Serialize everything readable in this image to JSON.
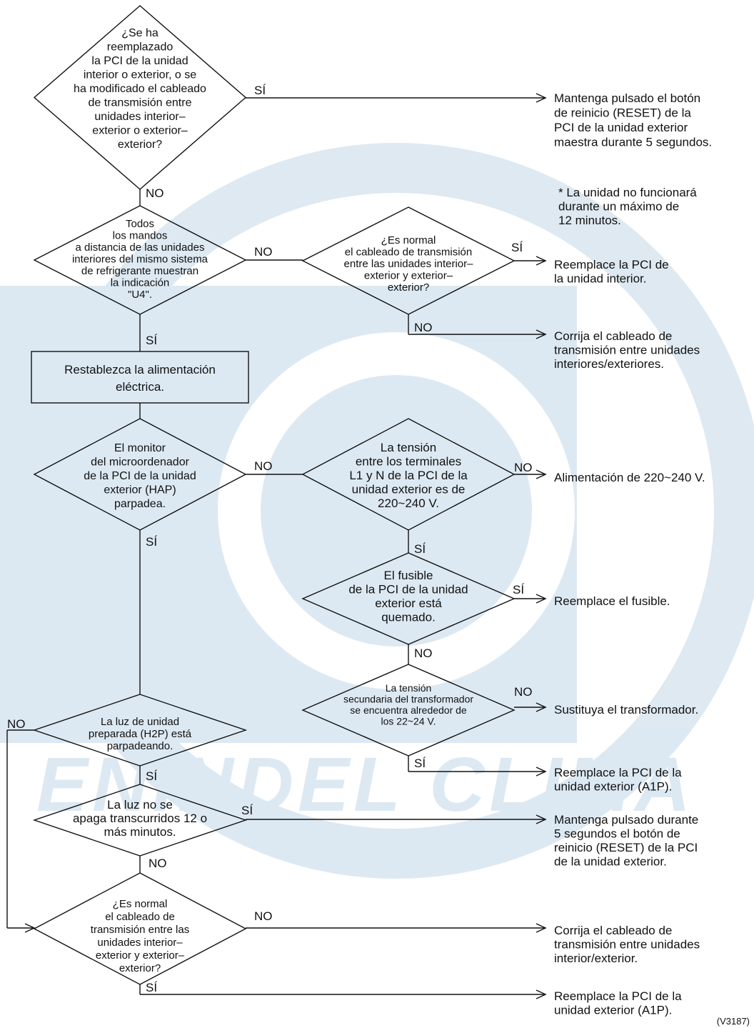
{
  "watermark": {
    "text": "ENINDEL CLIMA",
    "color": "#3a7fb4"
  },
  "figure_code": "(V3187)",
  "labels": {
    "yes": "SÍ",
    "no": "NO"
  },
  "decisions": {
    "d1": [
      "¿Se ha",
      "reemplazado",
      "la PCI de la unidad",
      "interior o exterior, o se",
      "ha modificado el cableado",
      "de transmisión entre",
      "unidades interior–",
      "exterior o exterior–",
      "exterior?"
    ],
    "d2": [
      "Todos",
      "los mandos",
      "a distancia de las unidades",
      "interiores del mismo sistema",
      "de refrigerante muestran",
      "la indicación",
      "\"U4\"."
    ],
    "d3": [
      "¿Es normal",
      "el cableado de transmisión",
      "entre las unidades interior–",
      "exterior y exterior–",
      "exterior?"
    ],
    "d4": [
      "El monitor",
      "del microordenador",
      "de la PCI de la unidad",
      "exterior (HAP)",
      "parpadea."
    ],
    "d5": [
      "La tensión",
      "entre los terminales",
      "L1 y N de la PCI de la",
      "unidad exterior es de",
      "220~240 V."
    ],
    "d6": [
      "El fusible",
      "de la PCI de la unidad",
      "exterior está",
      "quemado."
    ],
    "d7": [
      "La tensión",
      "secundaria del transformador",
      "se encuentra alrededor de",
      "los 22~24 V."
    ],
    "d8": [
      "La luz de unidad",
      "preparada (H2P) está",
      "parpadeando."
    ],
    "d9": [
      "La luz no se",
      "apaga transcurridos 12 o",
      "más minutos."
    ],
    "d10": [
      "¿Es normal",
      "el cableado de",
      "transmisión entre las",
      "unidades interior–",
      "exterior y exterior–",
      "exterior?"
    ]
  },
  "process_box": [
    "Restablezca la alimentación",
    "eléctrica."
  ],
  "actions": {
    "a1": [
      "Mantenga pulsado el botón",
      "de reinicio (RESET) de la",
      "PCI de la unidad exterior",
      "maestra durante 5 segundos."
    ],
    "a1_note": [
      "* La unidad no funcionará",
      "durante un máximo de",
      "12 minutos."
    ],
    "a2": [
      "Reemplace la PCI de",
      "la unidad interior."
    ],
    "a3": [
      "Corrija el cableado de",
      "transmisión entre unidades",
      "interiores/exteriores."
    ],
    "a4": [
      "Alimentación de 220~240 V."
    ],
    "a5": [
      "Reemplace el fusible."
    ],
    "a6": [
      "Sustituya el transformador."
    ],
    "a7": [
      "Reemplace la PCI de la",
      "unidad exterior (A1P)."
    ],
    "a8": [
      "Mantenga pulsado durante",
      "5 segundos el botón de",
      "reinicio (RESET) de la PCI",
      "de la unidad exterior."
    ],
    "a9": [
      "Corrija el cableado de",
      "transmisión entre unidades",
      "interior/exterior."
    ],
    "a10": [
      "Reemplace la PCI de la",
      "unidad exterior (A1P)."
    ]
  }
}
